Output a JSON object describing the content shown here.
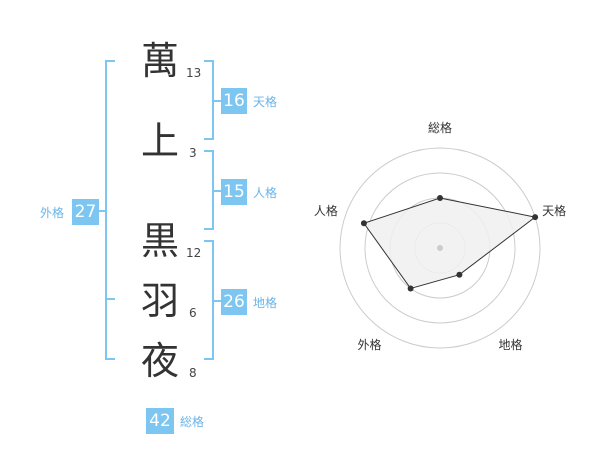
{
  "name": {
    "chars": [
      {
        "char": "萬",
        "strokes": "13"
      },
      {
        "char": "上",
        "strokes": "3"
      },
      {
        "char": "黒",
        "strokes": "12"
      },
      {
        "char": "羽",
        "strokes": "6"
      },
      {
        "char": "夜",
        "strokes": "8"
      }
    ]
  },
  "fortunes": {
    "tenkaku": {
      "value": "16",
      "label": "天格"
    },
    "jinkaku": {
      "value": "15",
      "label": "人格"
    },
    "chikaku": {
      "value": "26",
      "label": "地格"
    },
    "gaikaku": {
      "value": "27",
      "label": "外格"
    },
    "soukaku": {
      "value": "42",
      "label": "総格"
    }
  },
  "colors": {
    "accent": "#7cc6f1",
    "accent_text": "#6ab4e8",
    "radar_fill": "#f0f0f0",
    "radar_stroke": "#333333",
    "ring": "#cccccc"
  },
  "chart_data": {
    "type": "radar",
    "axes": [
      "総格",
      "天格",
      "地格",
      "外格",
      "人格"
    ],
    "values": [
      0.5,
      1.0,
      0.33,
      0.5,
      0.8
    ],
    "rings": 4,
    "max": 1.0
  }
}
